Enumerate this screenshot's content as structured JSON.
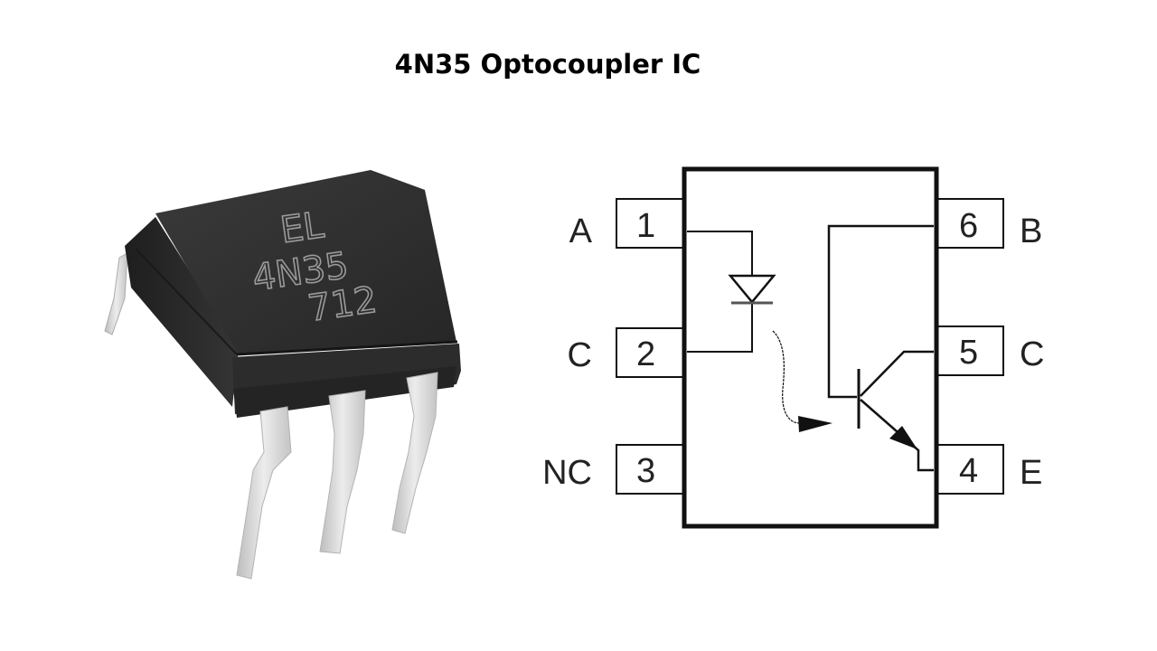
{
  "title": "4N35 Optocoupler IC",
  "chip_photo": {
    "marking_lines": [
      "EL",
      "4N35",
      "712"
    ],
    "body_color": "#2b2b2b",
    "lead_color": "#d9d9d9"
  },
  "pinout": {
    "left_pins": [
      {
        "number": "1",
        "label": "A"
      },
      {
        "number": "2",
        "label": "C"
      },
      {
        "number": "3",
        "label": "NC"
      }
    ],
    "right_pins": [
      {
        "number": "6",
        "label": "B"
      },
      {
        "number": "5",
        "label": "C"
      },
      {
        "number": "4",
        "label": "E"
      }
    ],
    "components": [
      "led-diode",
      "phototransistor"
    ]
  }
}
